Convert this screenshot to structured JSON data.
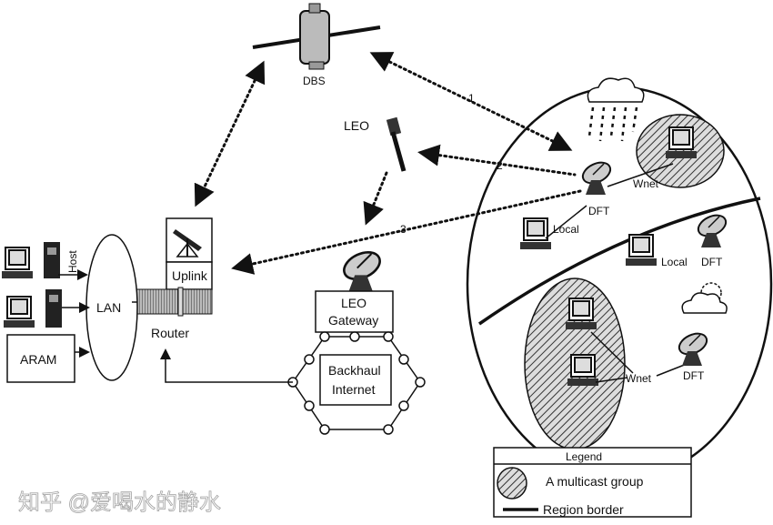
{
  "labels": {
    "dbs": "DBS",
    "leo": "LEO",
    "uplink": "Uplink",
    "router": "Router",
    "lan": "LAN",
    "host": "Host",
    "aram": "ARAM",
    "leo_gateway_1": "LEO",
    "leo_gateway_2": "Gateway",
    "backhaul_1": "Backhaul",
    "backhaul_2": "Internet",
    "link_1": "1",
    "link_2": "2",
    "link_3": "3",
    "dft_top": "DFT",
    "wnet_top": "Wnet",
    "local_left": "Local",
    "local_right": "Local",
    "dft_right": "DFT",
    "wnet_bottom": "Wnet",
    "dft_bottom": "DFT"
  },
  "legend": {
    "title": "Legend",
    "multicast": "A multicast group",
    "region": "Region border"
  },
  "watermark": "知乎 @爱喝水的静水"
}
